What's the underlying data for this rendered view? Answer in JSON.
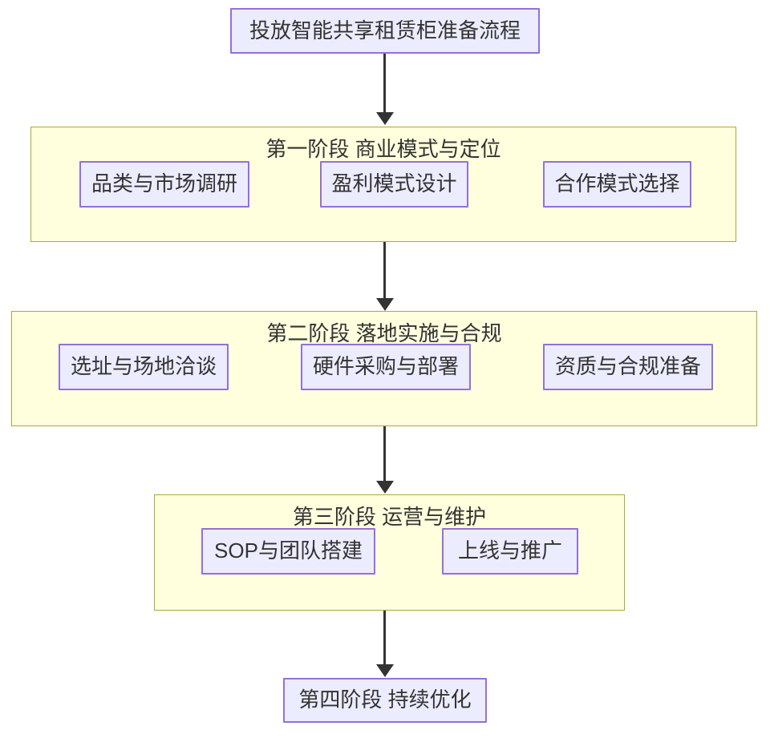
{
  "diagram": {
    "type": "flowchart",
    "start_node": {
      "label": "投放智能共享租赁柜准备流程"
    },
    "stages": [
      {
        "title": "第一阶段 商业模式与定位",
        "items": [
          "品类与市场调研",
          "盈利模式设计",
          "合作模式选择"
        ]
      },
      {
        "title": "第二阶段 落地实施与合规",
        "items": [
          "选址与场地洽谈",
          "硬件采购与部署",
          "资质与合规准备"
        ]
      },
      {
        "title": "第三阶段 运营与维护",
        "items": [
          "SOP与团队搭建",
          "上线与推广"
        ]
      }
    ],
    "end_node": {
      "label": "第四阶段 持续优化"
    },
    "colors": {
      "node_fill": "#ECECFF",
      "node_border": "#9370DB",
      "stage_fill": "#FFFFDE",
      "stage_border": "#AAAA33",
      "arrow": "#333333",
      "text": "#333333",
      "background": "#FFFFFF"
    }
  }
}
